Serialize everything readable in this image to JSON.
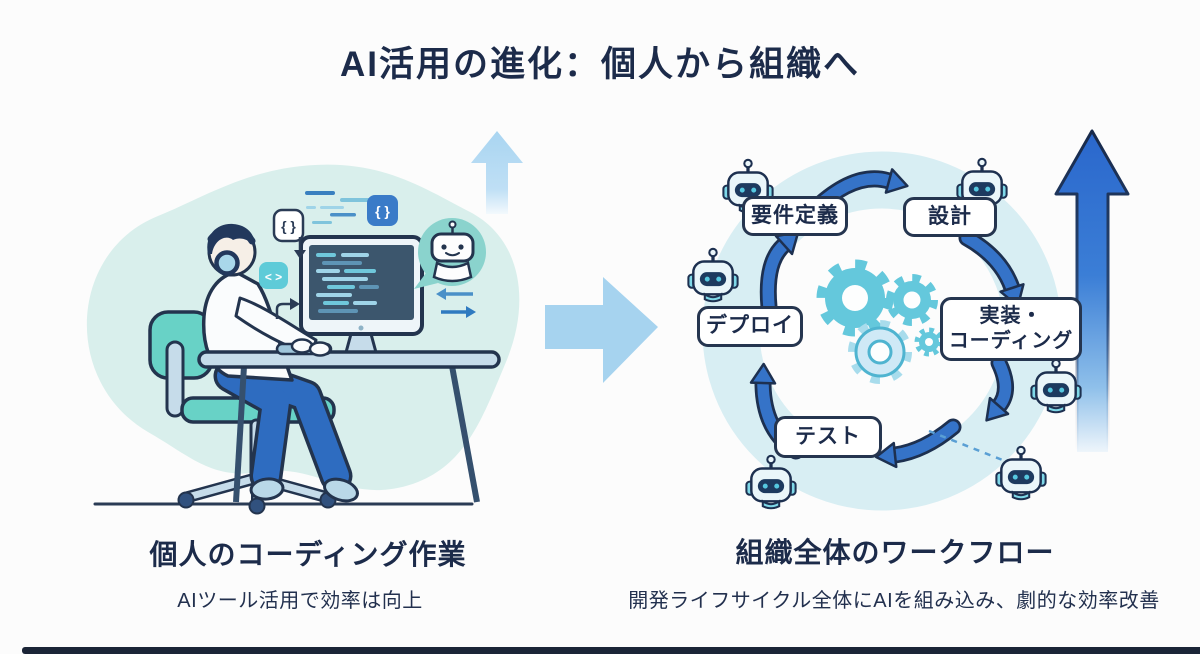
{
  "title": "AI活用の進化：個人から組織へ",
  "left_panel": {
    "caption": "個人のコーディング作業",
    "subcaption": "AIツール活用で効率は向上",
    "code_badges": {
      "braces_white": "{ }",
      "braces_blue": "{ }",
      "tags_teal": "< >"
    }
  },
  "right_panel": {
    "caption": "組織全体のワークフロー",
    "subcaption": "開発ライフサイクル全体にAIを組み込み、劇的な効率改善",
    "workflow_steps": [
      {
        "label": "要件定義"
      },
      {
        "label": "設計"
      },
      {
        "label": "実装・",
        "label2": "コーディング"
      },
      {
        "label": "テスト"
      },
      {
        "label": "デプロイ"
      }
    ]
  },
  "icons": {
    "robot": "robot-icon",
    "gear": "gear-icon",
    "big_up_arrow": "up-arrow-icon",
    "small_up_arrow": "up-arrow-icon",
    "center_right_arrow": "right-arrow-icon",
    "swap_arrows": "swap-arrows-icon",
    "ai_assistant_bubble": "ai-assistant-bubble-icon"
  },
  "colors": {
    "title_text": "#1c2b4a",
    "accent_blue": "#3573c8",
    "light_blue_arrow": "#a6d3ef",
    "teal": "#64c8dc",
    "pale_teal_blob": "#d9efec",
    "ring": "#d8eef3",
    "box_border": "#25354f",
    "bottom_bar": "#1b2537"
  }
}
